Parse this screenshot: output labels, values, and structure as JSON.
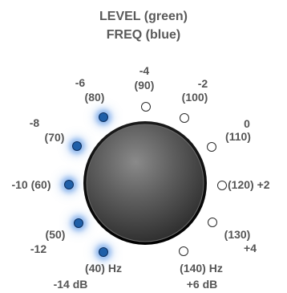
{
  "title": {
    "line1": "LEVEL (green)",
    "line2": "FREQ (blue)"
  },
  "steps": [
    {
      "level": "-14 dB",
      "freq": "(40) Hz",
      "lit": true
    },
    {
      "level": "-12",
      "freq": "(50)",
      "lit": true
    },
    {
      "level": "-10",
      "freq": "(60)",
      "lit": true,
      "combined": "-10 (60)"
    },
    {
      "level": "-8",
      "freq": "(70)",
      "lit": true
    },
    {
      "level": "-6",
      "freq": "(80)",
      "lit": true
    },
    {
      "level": "-4",
      "freq": "(90)",
      "lit": false
    },
    {
      "level": "-2",
      "freq": "(100)",
      "lit": false
    },
    {
      "level": "0",
      "freq": "(110)",
      "lit": false
    },
    {
      "level": "+2",
      "freq": "(120)",
      "lit": false,
      "combined": "(120) +2"
    },
    {
      "level": "+4",
      "freq": "(130)",
      "lit": false
    },
    {
      "level": "+6 dB",
      "freq": "(140) Hz",
      "lit": false
    }
  ],
  "colors": {
    "led_on": "#1f5fa8",
    "led_glow": "#5a96e6",
    "led_off": "#ffffff",
    "label_text": "#555555",
    "knob_body": "#555555"
  },
  "icons": {
    "knob": "rotary-knob-icon",
    "led": "indicator-led-icon"
  }
}
